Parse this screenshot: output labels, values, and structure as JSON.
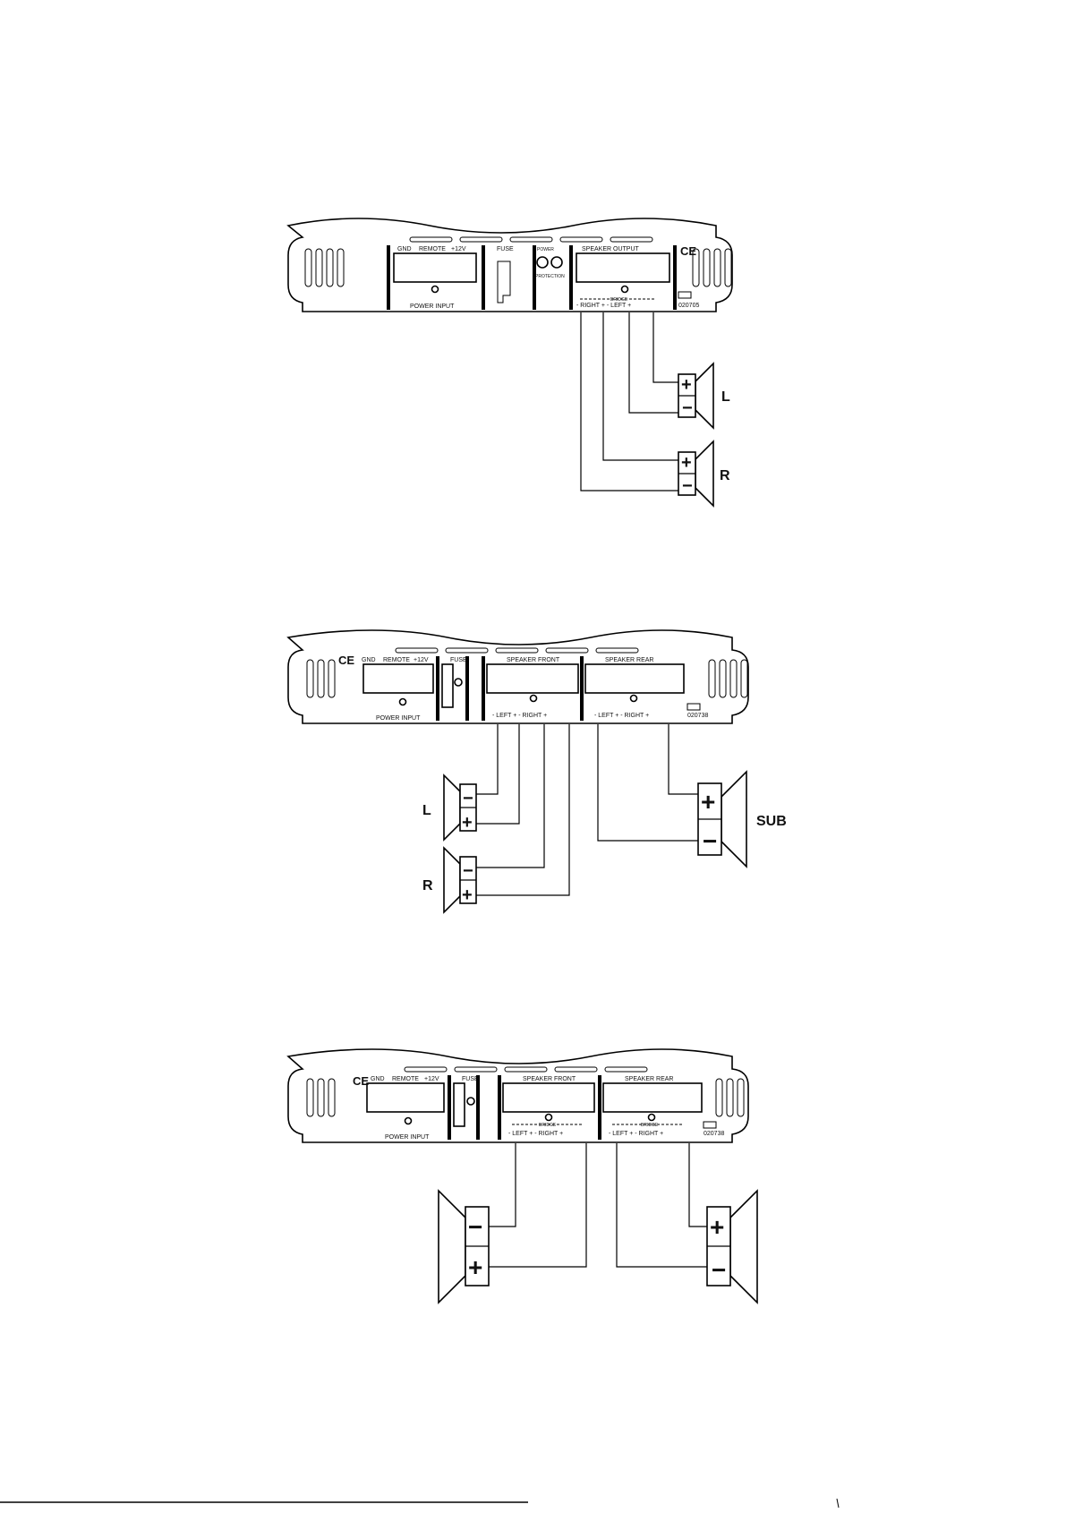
{
  "diagrams": [
    {
      "panel": {
        "labels": [
          "GND",
          "REMOTE",
          "+12V",
          "FUSE",
          "POWER",
          "PROTECTION",
          "SPEAKER OUTPUT",
          "POWER INPUT",
          "BRIDGE"
        ],
        "terminals": "- RIGHT +   - LEFT +",
        "code": "020705",
        "ce": "CE"
      },
      "speakers": [
        {
          "label": "L"
        },
        {
          "label": "R"
        }
      ]
    },
    {
      "panel": {
        "labels": [
          "GND",
          "REMOTE",
          "+12V",
          "FUSE",
          "SPEAKER FRONT",
          "SPEAKER REAR",
          "POWER INPUT"
        ],
        "terminals_front": "- LEFT +   - RIGHT +",
        "terminals_rear": "- LEFT +   - RIGHT +",
        "code": "020738",
        "ce": "CE"
      },
      "speakers": [
        {
          "label": "L"
        },
        {
          "label": "R"
        },
        {
          "label": "SUB"
        }
      ]
    },
    {
      "panel": {
        "labels": [
          "GND",
          "REMOTE",
          "+12V",
          "FUSE",
          "SPEAKER FRONT",
          "SPEAKER REAR",
          "POWER INPUT",
          "BRIDGE"
        ],
        "terminals_front": "- LEFT +   - RIGHT +",
        "terminals_rear": "- LEFT +   - RIGHT +",
        "code": "020738",
        "ce": "CE"
      },
      "speakers": [
        {
          "label": ""
        },
        {
          "label": ""
        }
      ]
    }
  ],
  "symbols": {
    "plus": "+",
    "minus": "−"
  }
}
